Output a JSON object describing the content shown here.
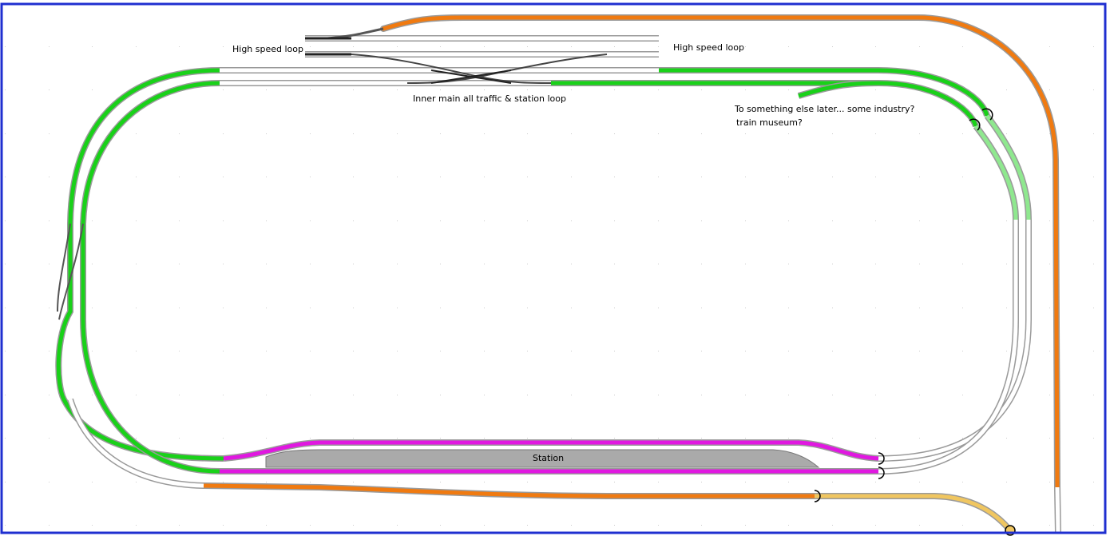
{
  "labels": {
    "high_speed_loop_left": "High speed loop",
    "high_speed_loop_right": "High speed loop",
    "inner_main": "Inner main all traffic & station loop",
    "future_line_1": "To something else later... some industry?",
    "future_line_2": "train museum?",
    "station": "Station"
  },
  "colors": {
    "border": "#1f2fd0",
    "green": "#19d119",
    "light_green": "#8fe88f",
    "orange": "#f07a10",
    "magenta": "#e018e0",
    "yellow": "#f0c660",
    "track_grey": "#c8c8c8",
    "platform": "#aaaaaa",
    "dot": "#333333"
  },
  "icons": {
    "buffer_stop": "bracket-icon",
    "turnout": "turnout-icon"
  }
}
